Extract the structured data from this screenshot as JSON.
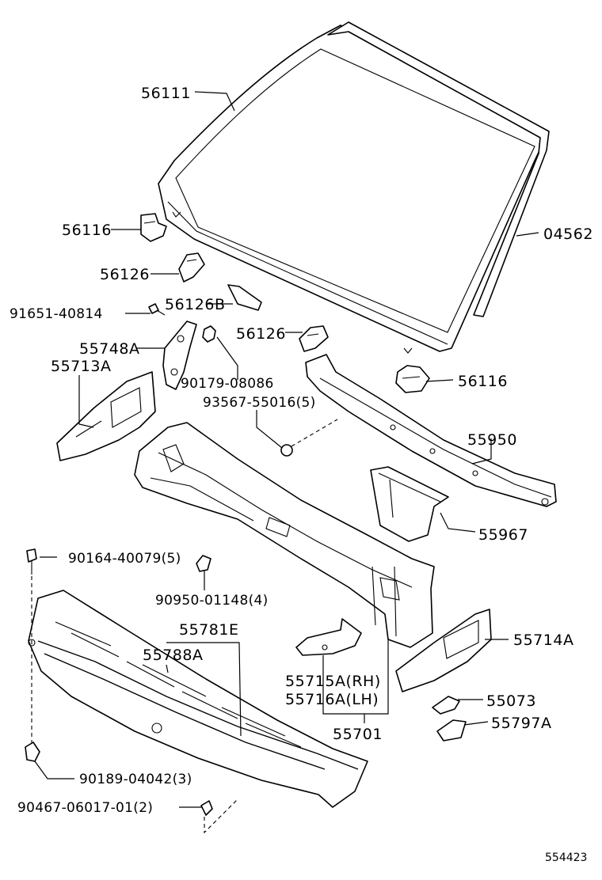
{
  "parts": {
    "p56111": "56111",
    "p04562": "04562",
    "p56116_l": "56116",
    "p56126_l": "56126",
    "p56126b": "56126B",
    "p56126_r": "56126",
    "p56116_r": "56116",
    "p91651": "91651-40814",
    "p55748a": "55748A",
    "p55713a": "55713A",
    "p90179": "90179-08086",
    "p93567": "93567-55016(5)",
    "p55950": "55950",
    "p55967": "55967",
    "p90164": "90164-40079(5)",
    "p90950": "90950-01148(4)",
    "p55781e": "55781E",
    "p55788a": "55788A",
    "p55714a": "55714A",
    "p55715a": "55715A(RH)",
    "p55716a": "55716A(LH)",
    "p55701": "55701",
    "p55073": "55073",
    "p55797a": "55797A",
    "p90189": "90189-04042(3)",
    "p90467": "90467-06017-01(2)"
  },
  "diagram_ref": "554423"
}
